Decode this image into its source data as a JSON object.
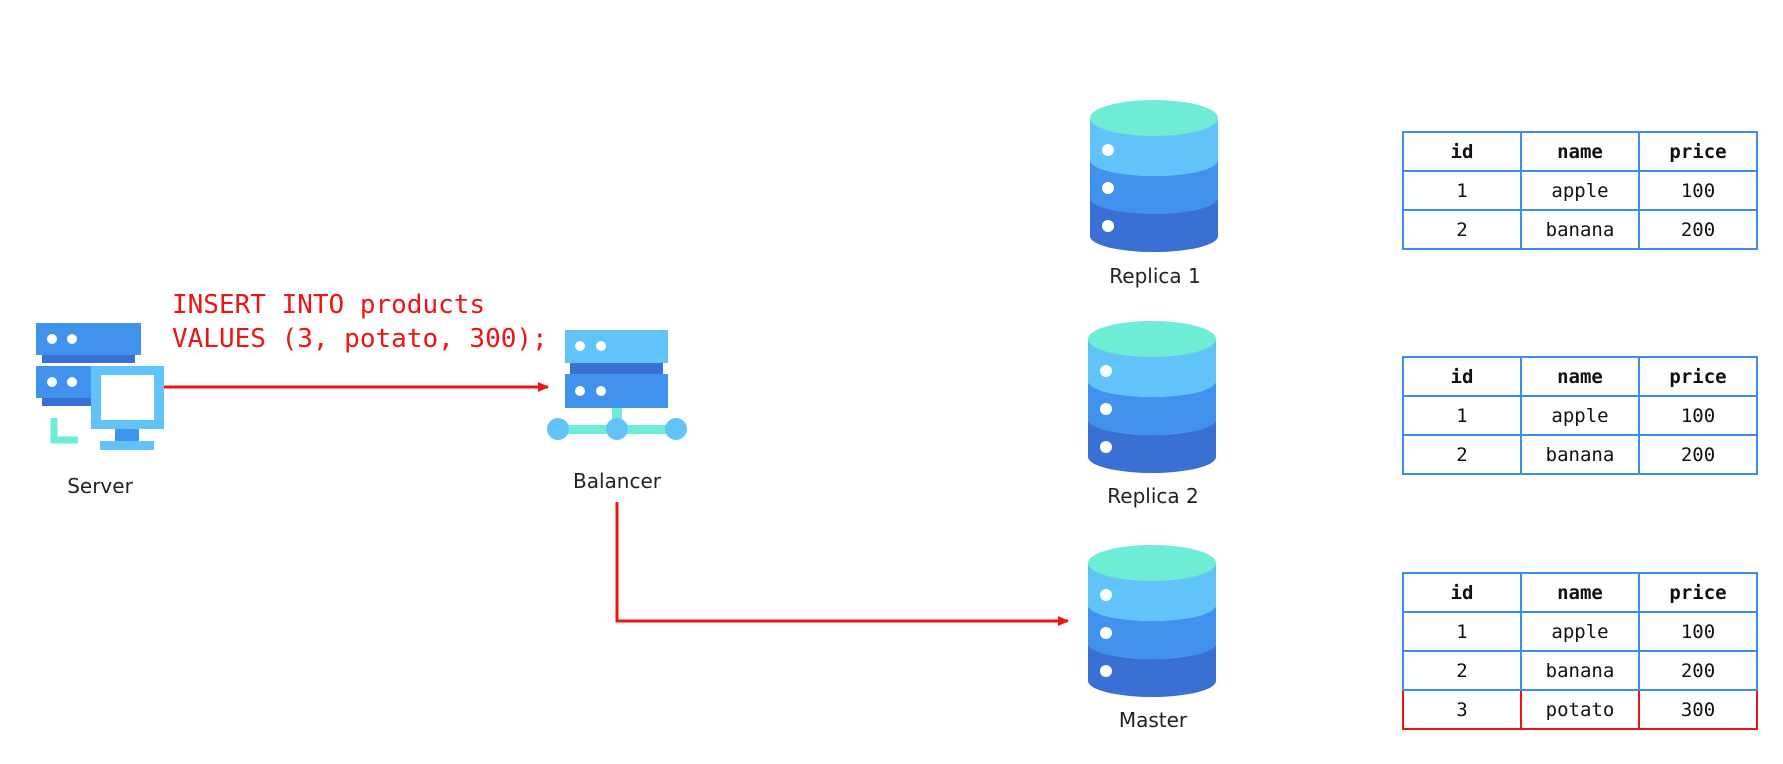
{
  "server": {
    "label": "Server"
  },
  "balancer": {
    "label": "Balancer"
  },
  "query": {
    "line1": "INSERT INTO products",
    "line2": "VALUES (3, potato, 300);"
  },
  "databases": [
    {
      "label": "Replica 1"
    },
    {
      "label": "Replica 2"
    },
    {
      "label": "Master"
    }
  ],
  "tables": [
    {
      "headers": [
        "id",
        "name",
        "price"
      ],
      "rows": [
        [
          "1",
          "apple",
          "100"
        ],
        [
          "2",
          "banana",
          "200"
        ]
      ]
    },
    {
      "headers": [
        "id",
        "name",
        "price"
      ],
      "rows": [
        [
          "1",
          "apple",
          "100"
        ],
        [
          "2",
          "banana",
          "200"
        ]
      ]
    },
    {
      "headers": [
        "id",
        "name",
        "price"
      ],
      "rows": [
        [
          "1",
          "apple",
          "100"
        ],
        [
          "2",
          "banana",
          "200"
        ],
        [
          "3",
          "potato",
          "300"
        ]
      ]
    }
  ],
  "colors": {
    "arrow": "#ef1414",
    "db_top": "#6eecd6",
    "db_light": "#62c3f8",
    "db_mid": "#4092ec",
    "db_dark": "#3a70d4",
    "table_border": "#3b8ef0",
    "highlight_border": "#ef1414"
  }
}
